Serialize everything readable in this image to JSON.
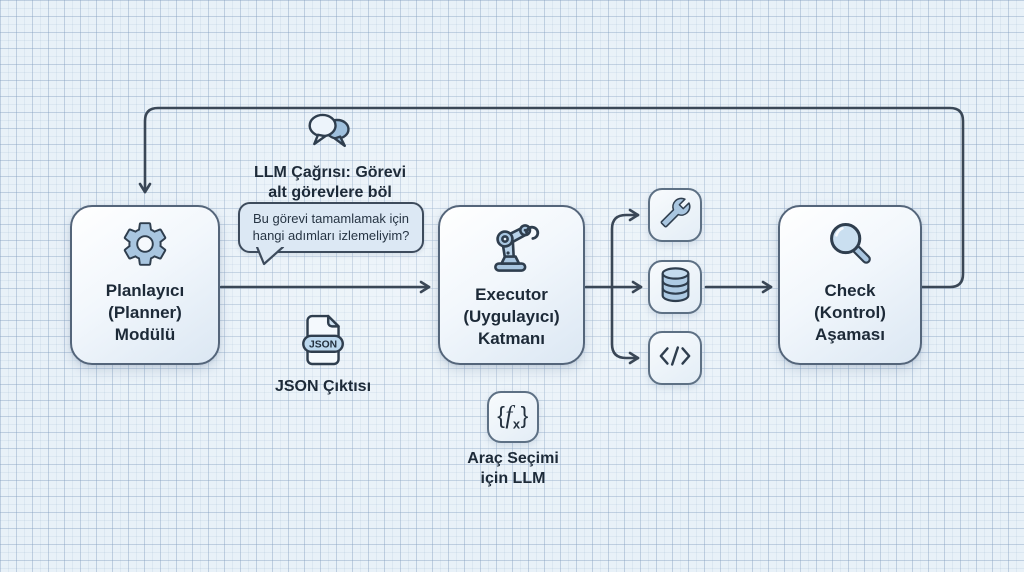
{
  "colors": {
    "background": "#e8f1f8",
    "grid_line": "#c5d5e4",
    "node_border": "#54657a",
    "connector_line": "#3a4756",
    "icon_fill": "#a9c6e0",
    "icon_outline": "#2f3e4e",
    "text": "#1d2a38",
    "bubble_fill": "#dce8f4"
  },
  "diagram": {
    "planner": {
      "icon": "gear-icon",
      "label_lines": [
        "Planlayıcı",
        "(Planner)",
        "Modülü"
      ]
    },
    "llm_call": {
      "icon": "chat-bubbles-icon",
      "label_lines": [
        "LLM Çağrısı: Görevi",
        "alt görevlere böl"
      ]
    },
    "prompt_bubble": {
      "lines": [
        "Bu görevi tamamlamak için",
        "hangi adımları izlemeliyim?"
      ]
    },
    "json_output": {
      "icon": "json-file-icon",
      "badge": "JSON",
      "label": "JSON Çıktısı"
    },
    "executor": {
      "icon": "robot-arm-icon",
      "label_lines": [
        "Executor",
        "(Uygulayıcı)",
        "Katmanı"
      ]
    },
    "tools": [
      {
        "icon": "wrench-icon"
      },
      {
        "icon": "database-icon"
      },
      {
        "icon": "code-icon"
      }
    ],
    "tool_selector": {
      "icon": "function-icon",
      "glyph": {
        "open": "{",
        "f": "f",
        "sub": "x",
        "close": "}"
      },
      "label_lines": [
        "Araç Seçimi",
        "için LLM"
      ]
    },
    "check": {
      "icon": "magnifier-icon",
      "label_lines": [
        "Check",
        "(Kontrol)",
        "Aşaması"
      ]
    }
  }
}
